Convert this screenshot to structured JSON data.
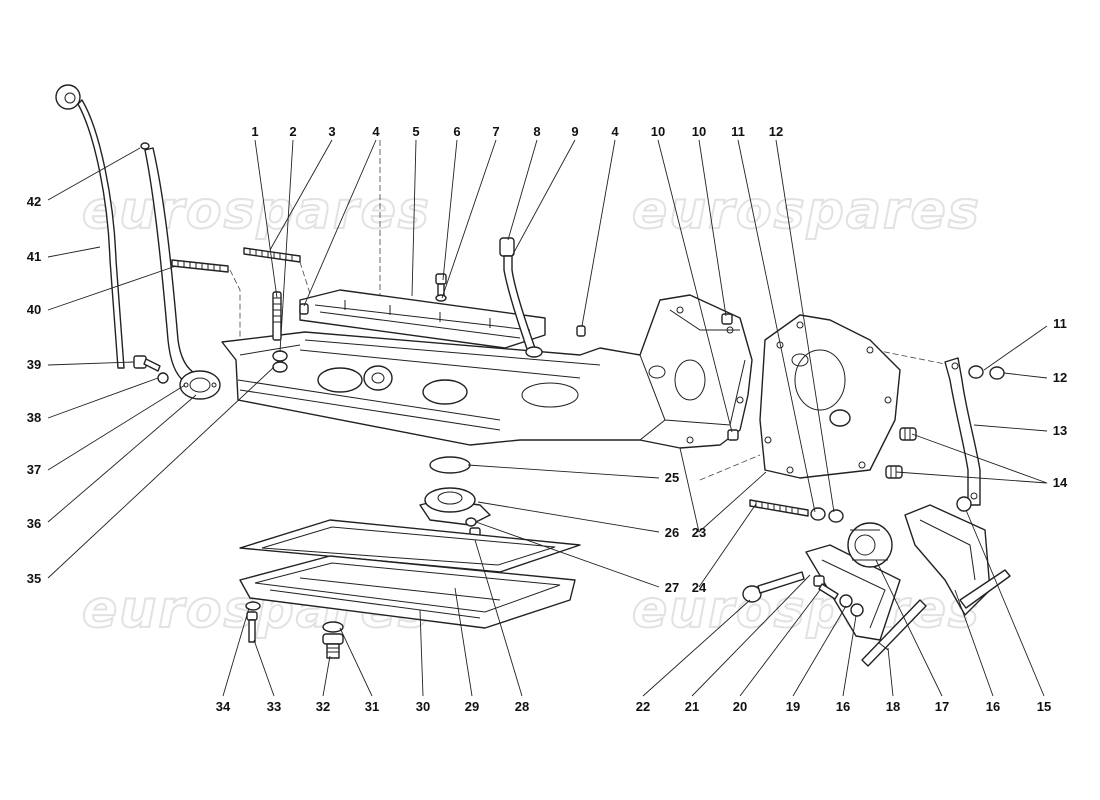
{
  "watermark": {
    "text": "eurospares"
  },
  "callouts": [
    {
      "id": "c1",
      "text": "1"
    },
    {
      "id": "c2",
      "text": "2"
    },
    {
      "id": "c3",
      "text": "3"
    },
    {
      "id": "c4a",
      "text": "4"
    },
    {
      "id": "c5",
      "text": "5"
    },
    {
      "id": "c6",
      "text": "6"
    },
    {
      "id": "c7",
      "text": "7"
    },
    {
      "id": "c8",
      "text": "8"
    },
    {
      "id": "c9",
      "text": "9"
    },
    {
      "id": "c4b",
      "text": "4"
    },
    {
      "id": "c10a",
      "text": "10"
    },
    {
      "id": "c10b",
      "text": "10"
    },
    {
      "id": "c11a",
      "text": "11"
    },
    {
      "id": "c12a",
      "text": "12"
    },
    {
      "id": "c11b",
      "text": "11"
    },
    {
      "id": "c12b",
      "text": "12"
    },
    {
      "id": "c13",
      "text": "13"
    },
    {
      "id": "c14",
      "text": "14"
    },
    {
      "id": "c42",
      "text": "42"
    },
    {
      "id": "c41",
      "text": "41"
    },
    {
      "id": "c40",
      "text": "40"
    },
    {
      "id": "c39",
      "text": "39"
    },
    {
      "id": "c38",
      "text": "38"
    },
    {
      "id": "c37",
      "text": "37"
    },
    {
      "id": "c36",
      "text": "36"
    },
    {
      "id": "c35",
      "text": "35"
    },
    {
      "id": "c25",
      "text": "25"
    },
    {
      "id": "c26",
      "text": "26"
    },
    {
      "id": "c27",
      "text": "27"
    },
    {
      "id": "c23",
      "text": "23"
    },
    {
      "id": "c24",
      "text": "24"
    },
    {
      "id": "c34",
      "text": "34"
    },
    {
      "id": "c33",
      "text": "33"
    },
    {
      "id": "c32",
      "text": "32"
    },
    {
      "id": "c31",
      "text": "31"
    },
    {
      "id": "c30",
      "text": "30"
    },
    {
      "id": "c29",
      "text": "29"
    },
    {
      "id": "c28",
      "text": "28"
    },
    {
      "id": "c22",
      "text": "22"
    },
    {
      "id": "c21",
      "text": "21"
    },
    {
      "id": "c20",
      "text": "20"
    },
    {
      "id": "c19",
      "text": "19"
    },
    {
      "id": "c16a",
      "text": "16"
    },
    {
      "id": "c18",
      "text": "18"
    },
    {
      "id": "c17",
      "text": "17"
    },
    {
      "id": "c16b",
      "text": "16"
    },
    {
      "id": "c15",
      "text": "15"
    }
  ]
}
